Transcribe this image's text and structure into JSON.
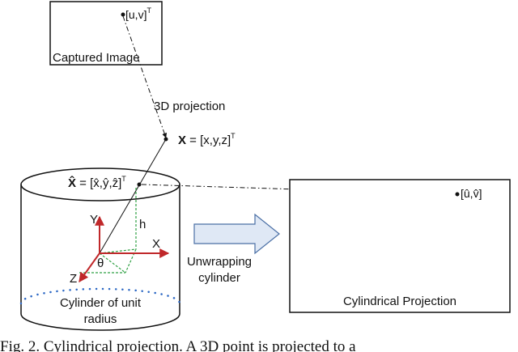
{
  "captured_image": {
    "label": "Captured Image",
    "point_label": "[u,v]",
    "point_sup": "T"
  },
  "projection": {
    "label": "3D projection"
  },
  "world_point": {
    "symbol": "X",
    "equation": " = [x,y,z]",
    "sup": "T"
  },
  "cylinder_point": {
    "symbol": "X̂",
    "equation": " = [x̂,ŷ,ẑ]",
    "sup": "T"
  },
  "axes": {
    "y": "Y",
    "x": "X",
    "z": "Z",
    "theta": "θ",
    "h": "h"
  },
  "cylinder": {
    "label_line1": "Cylinder of unit",
    "label_line2": "radius"
  },
  "unwrap": {
    "line1": "Unwrapping",
    "line2": "cylinder"
  },
  "cylindrical_projection": {
    "label": "Cylindrical Projection",
    "point_label": "[û,v̂]"
  },
  "caption": "Fig. 2. Cylindrical projection. A 3D point is projected to a",
  "colors": {
    "axis_red": "#c0282a",
    "guide_green": "#2ea043",
    "arrow_fill": "#dfe8f5",
    "arrow_stroke": "#4a6fa5",
    "cylinder_dots": "#2b67c4"
  }
}
